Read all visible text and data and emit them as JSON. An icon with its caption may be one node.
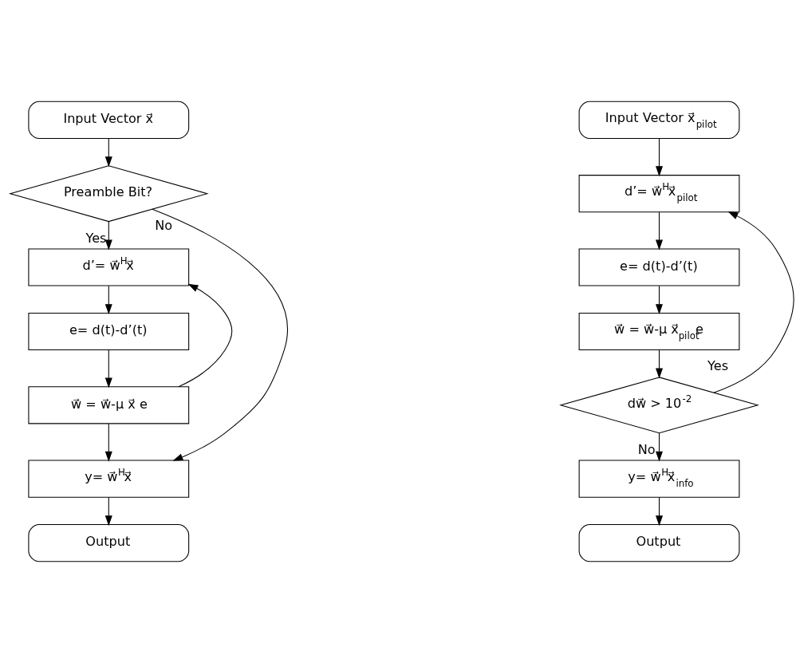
{
  "diagram": {
    "nodes": [
      {
        "text": [
          "Input Vector x⃗"
        ]
      },
      {
        "text": [
          "Preamble Bit?"
        ]
      },
      {
        "text": [
          "d’= w⃗$^{H}$x⃗"
        ]
      },
      {
        "text": [
          "e= d(t)-d’(t)"
        ]
      },
      {
        "text": [
          "w⃗ = w⃗-μ x⃗ e"
        ]
      },
      {
        "text": [
          "y= w⃗$^{H}$x⃗"
        ]
      },
      {
        "text": [
          "Output"
        ]
      },
      {
        "text": [
          "Input Vector x⃗$_{pilot}$"
        ]
      },
      {
        "text": [
          "d’= w⃗$^{H}$x⃗$_{pilot}$"
        ]
      },
      {
        "text": [
          "e= d(t)-d’(t)"
        ]
      },
      {
        "text": [
          "w⃗ = w⃗-μ x⃗$_{pilot}$e"
        ]
      },
      {
        "text": [
          "dw⃗ > 10$^{-2}$"
        ]
      },
      {
        "text": [
          "y= w⃗$^{H}$x⃗$_{info}$"
        ]
      },
      {
        "text": [
          "Output"
        ]
      }
    ],
    "edges": [
      {
        "from": 0,
        "to": 1,
        "arrow": "to"
      },
      {
        "from": 1,
        "to": 2,
        "arrow": "to",
        "label": "Yes"
      },
      {
        "from": 1,
        "to": 5,
        "arrow": "to",
        "label": "No"
      },
      {
        "from": 2,
        "to": 3,
        "arrow": "to"
      },
      {
        "from": 3,
        "to": 4,
        "arrow": "to"
      },
      {
        "from": 4,
        "to": 2,
        "arrow": "to"
      },
      {
        "from": 4,
        "to": 5,
        "arrow": "to"
      },
      {
        "from": 5,
        "to": 6,
        "arrow": "to"
      },
      {
        "from": 7,
        "to": 8,
        "arrow": "to"
      },
      {
        "from": 8,
        "to": 9,
        "arrow": "to"
      },
      {
        "from": 9,
        "to": 10,
        "arrow": "to"
      },
      {
        "from": 10,
        "to": 11,
        "arrow": "to"
      },
      {
        "from": 11,
        "to": 8,
        "arrow": "to",
        "label": "Yes"
      },
      {
        "from": 11,
        "to": 12,
        "arrow": "to",
        "label": "No"
      },
      {
        "from": 12,
        "to": 13,
        "arrow": "to"
      }
    ]
  }
}
